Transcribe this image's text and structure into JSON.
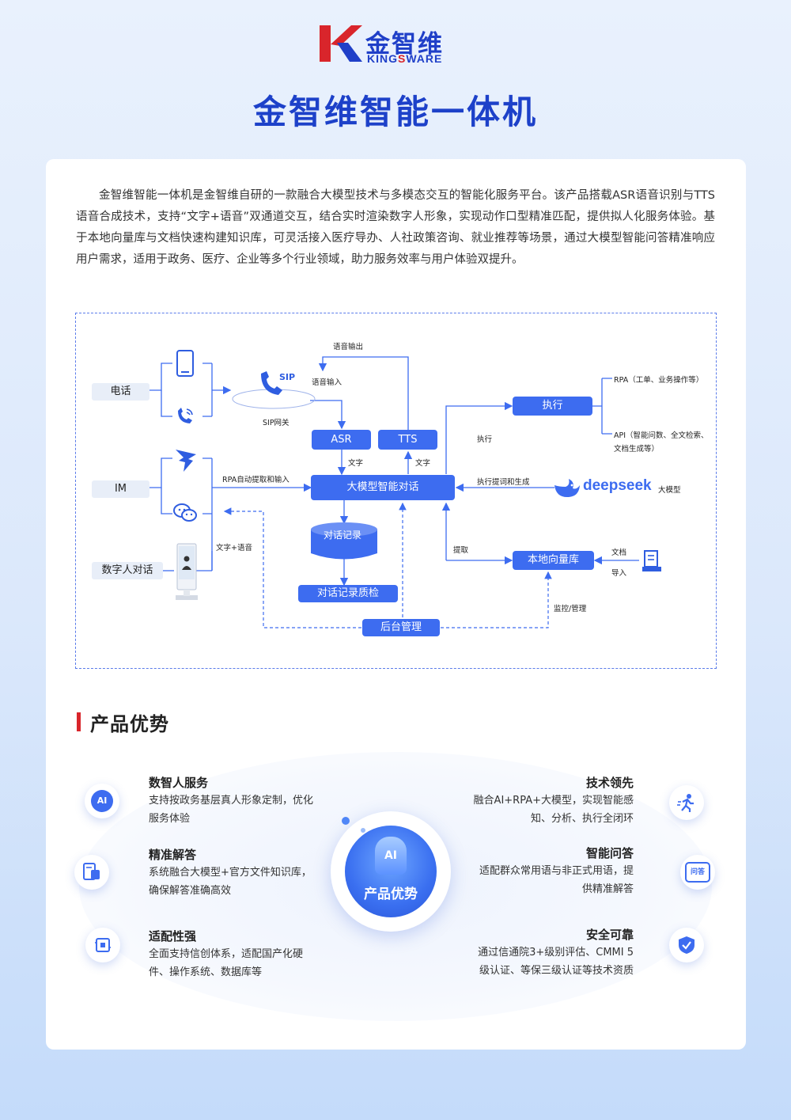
{
  "brand": {
    "name_cn": "金智维",
    "name_en_pre": "KING",
    "name_en_s": "S",
    "name_en_post": "WARE"
  },
  "page_title": "金智维智能一体机",
  "intro": "金智维智能一体机是金智维自研的一款融合大模型技术与多模态交互的智能化服务平台。该产品搭载ASR语音识别与TTS语音合成技术，支持“文字+语音”双通道交互，结合实时渲染数字人形象，实现动作口型精准匹配，提供拟人化服务体验。基于本地向量库与文档快速构建知识库，可灵活接入医疗导办、人社政策咨询、就业推荐等场景，通过大模型智能问答精准响应用户需求，适用于政务、医疗、企业等多个行业领域，助力服务效率与用户体验双提升。",
  "diagram": {
    "channels": {
      "phone": "电话",
      "im": "IM",
      "digital_human": "数字人对话"
    },
    "sip": {
      "icon_text": "SIP",
      "gateway": "SIP网关"
    },
    "edges": {
      "voice_out": "语音输出",
      "voice_in": "语音输入",
      "text_asr": "文字",
      "text_tts": "文字",
      "rpa_input": "RPA自动提取和输入",
      "text_voice": "文字+语音",
      "execute": "执行",
      "exec_prompt": "执行提词和生成",
      "extract": "提取",
      "doc": "文档",
      "import": "导入",
      "monitor": "监控/管理"
    },
    "nodes": {
      "asr": "ASR",
      "tts": "TTS",
      "llm": "大模型智能对话",
      "exec": "执行",
      "records": "对话记录",
      "quality": "对话记录质检",
      "vector": "本地向量库",
      "backend": "后台管理"
    },
    "rpa_label": "RPA（工单、业务操作等）",
    "api_label_1": "API（智能问数、全文检索、",
    "api_label_2": "文档生成等）",
    "deepseek": {
      "name": "deepseek",
      "suffix": "大模型"
    }
  },
  "advantages": {
    "section_title": "产品优势",
    "center_label": "产品优势",
    "center_ai": "AI",
    "left": [
      {
        "title": "数智人服务",
        "desc": "支持按政务基层真人形象定制，优化服务体验",
        "icon_text": "AI"
      },
      {
        "title": "精准解答",
        "desc": "系统融合大模型+官方文件知识库，确保解答准确高效"
      },
      {
        "title": "适配性强",
        "desc": "全面支持信创体系，适配国产化硬件、操作系统、数据库等"
      }
    ],
    "right": [
      {
        "title": "技术领先",
        "desc_1": "融合AI+RPA+大模型，实现智能感",
        "desc_2": "知、分析、执行全闭环"
      },
      {
        "title": "智能问答",
        "desc_1": "适配群众常用语与非正式用语，提",
        "desc_2": "供精准解答",
        "icon_text": "问答"
      },
      {
        "title": "安全可靠",
        "desc_1": "通过信通院3+级别评估、CMMI 5",
        "desc_2": "级认证、等保三级认证等技术资质"
      }
    ]
  },
  "colors": {
    "brand_blue": "#1d41c9",
    "node_blue": "#3d6cf0",
    "accent_red": "#d9252b"
  }
}
